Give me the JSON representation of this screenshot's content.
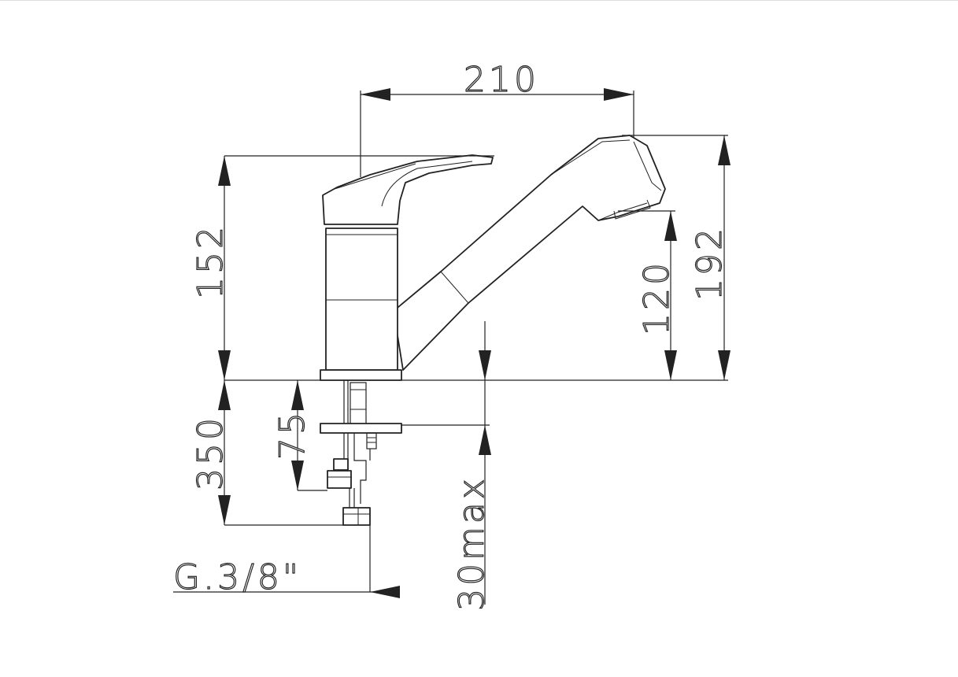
{
  "dimensions": {
    "width_label": "210",
    "height_label": "152",
    "total_height_label": "192",
    "spout_height_label": "120",
    "hose_length_label": "350",
    "shank_label": "75",
    "counter_thickness_label": "30max",
    "thread_label": "G.3/8\""
  },
  "colors": {
    "line": "#222222",
    "background": "#ffffff"
  }
}
